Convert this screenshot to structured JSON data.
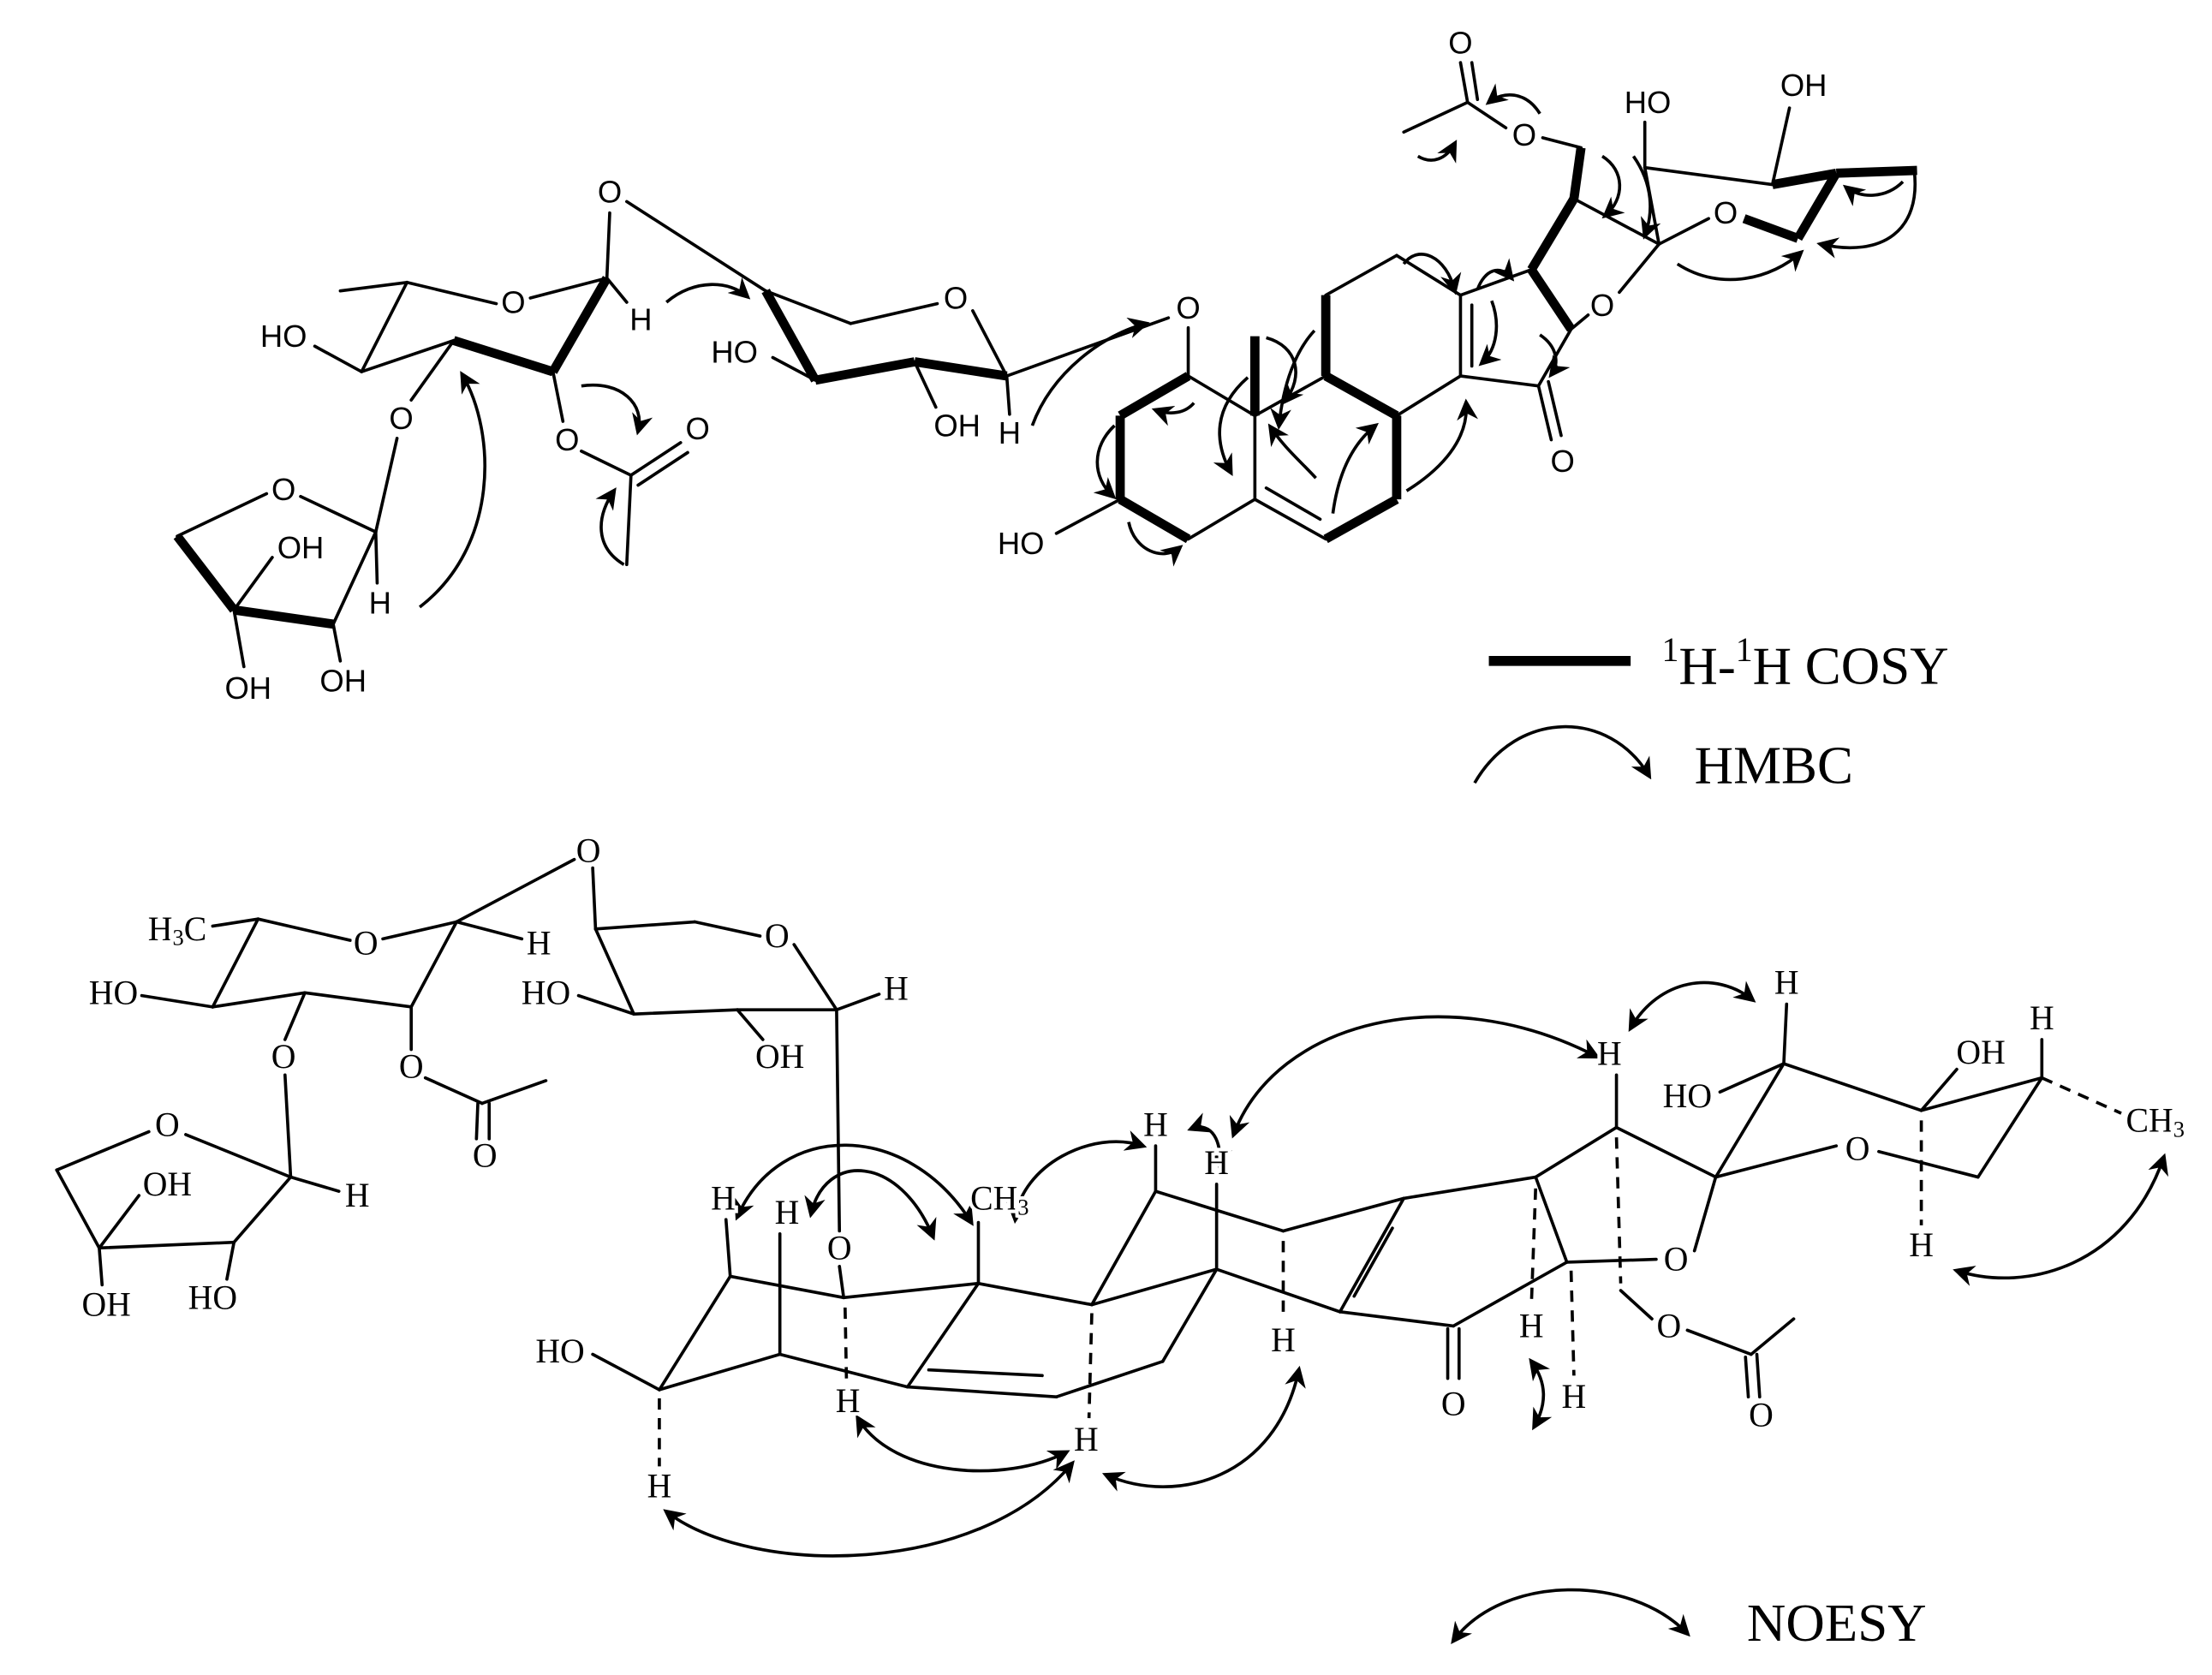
{
  "top_structure": {
    "atom_labels": [
      "O",
      "O",
      "HO",
      "OH",
      "O",
      "O",
      "O",
      "H",
      "HO",
      "O",
      "O",
      "O",
      "O",
      "OH",
      "H",
      "OH",
      "OH",
      "O",
      "HO",
      "OH",
      "H",
      "O",
      "HO",
      "O",
      "O"
    ]
  },
  "bottom_structure": {
    "atom_labels": [
      "O",
      "O",
      "H",
      "O",
      "HO",
      "HO",
      "H",
      "O",
      "O",
      "OH",
      "O",
      "O",
      "OH",
      "H",
      "OH",
      "HO",
      "H",
      "H",
      "O",
      "H",
      "H",
      "H",
      "H",
      "H",
      "OH",
      "HO",
      "O",
      "O",
      "H",
      "HO",
      "H",
      "H",
      "O",
      "H",
      "O",
      "O",
      "H",
      "H",
      "H"
    ],
    "subscript_labels": [
      {
        "text": "H",
        "sub": "3",
        "after": "C"
      },
      {
        "text": "CH",
        "sub": "3"
      },
      {
        "text": "CH",
        "sub": "3"
      }
    ]
  },
  "legend": {
    "cosy": {
      "sup1": "1",
      "text1": "H-",
      "sup2": "1",
      "text2": "H COSY"
    },
    "hmbc": "HMBC",
    "noesy": "NOESY"
  }
}
